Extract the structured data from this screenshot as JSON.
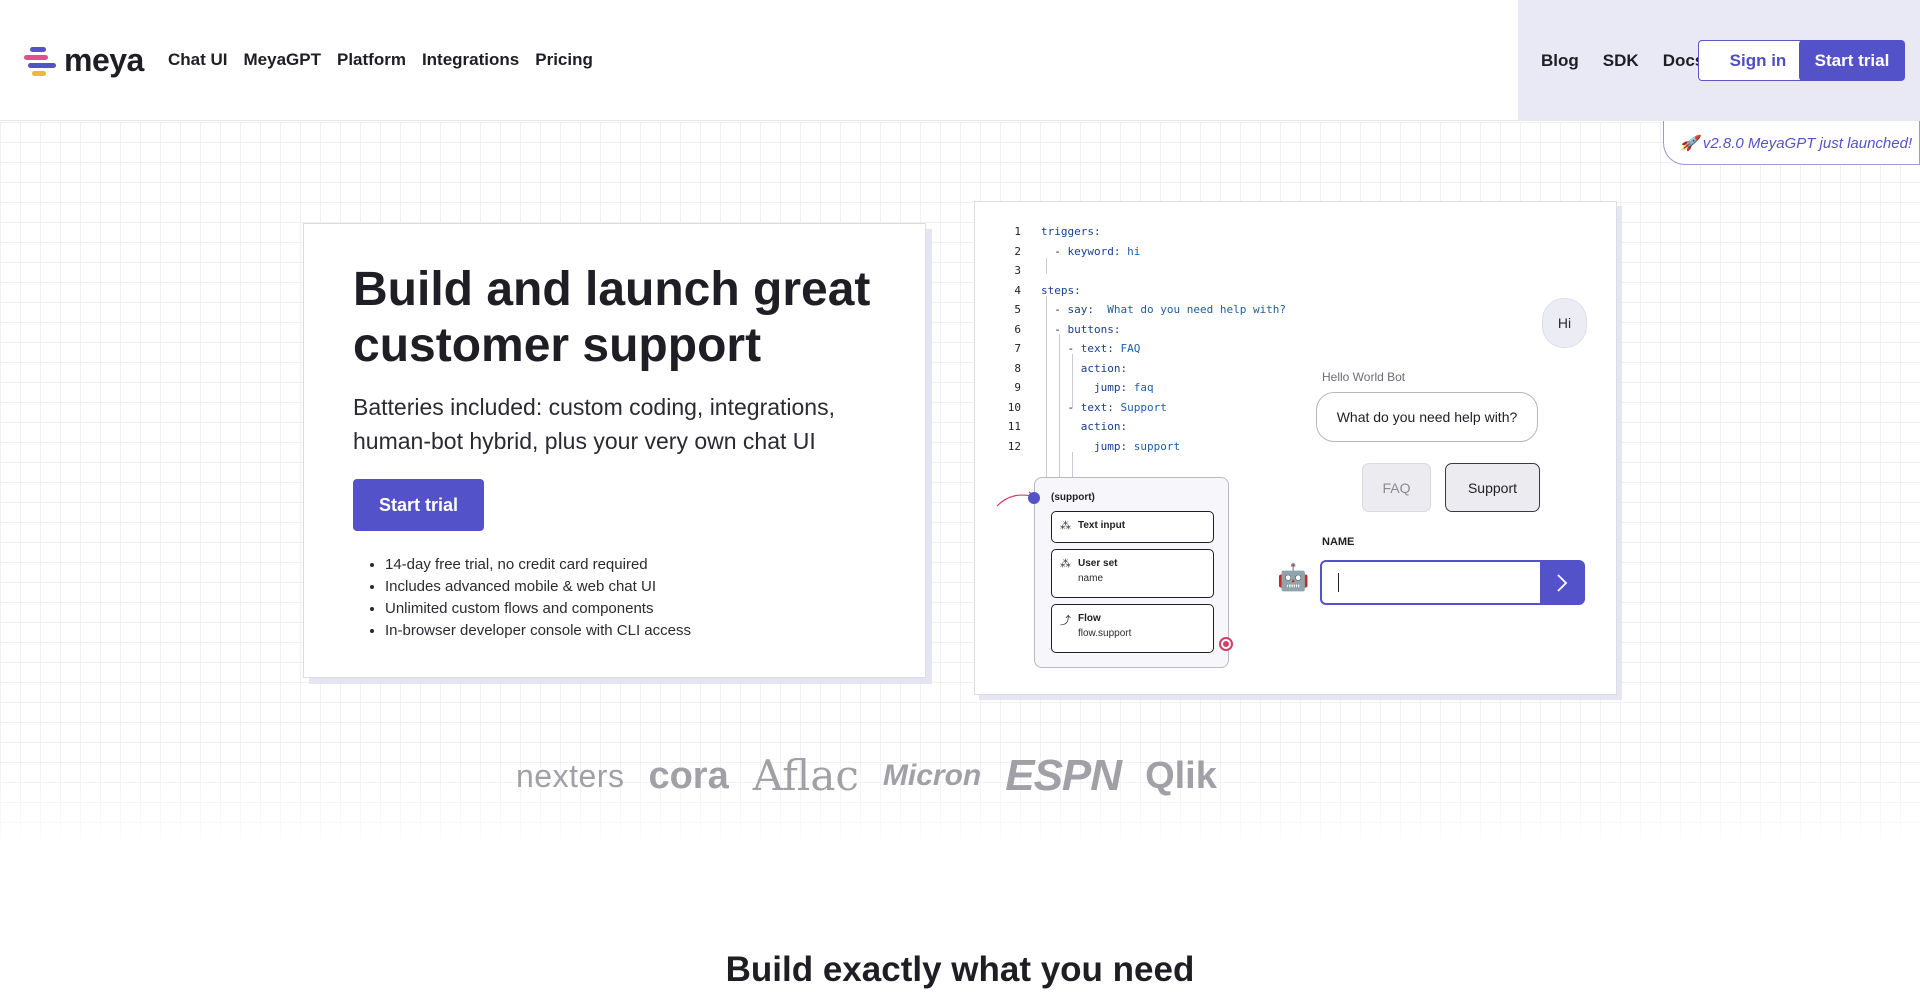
{
  "header": {
    "logo_text": "meya",
    "nav_left": [
      "Chat UI",
      "MeyaGPT",
      "Platform",
      "Integrations",
      "Pricing"
    ],
    "nav_right": [
      "Blog",
      "SDK",
      "Docs"
    ],
    "sign_in": "Sign in",
    "start_trial": "Start trial",
    "announcement": "🚀 v2.8.0 MeyaGPT just launched!"
  },
  "hero": {
    "title": "Build and launch great customer support",
    "subtitle": "Batteries included: custom coding, integrations, human-bot hybrid, plus your very own chat UI",
    "cta": "Start trial",
    "bullets": [
      "14-day free trial, no credit card required",
      "Includes advanced mobile & web chat UI",
      "Unlimited custom flows and components",
      "In-browser developer console with CLI access"
    ]
  },
  "demo": {
    "code_lines": [
      {
        "n": "1",
        "indent": "",
        "key": "triggers:",
        "val": ""
      },
      {
        "n": "2",
        "indent": "  - ",
        "key": "keyword:",
        "val": " hi"
      },
      {
        "n": "3",
        "indent": "",
        "key": "",
        "val": ""
      },
      {
        "n": "4",
        "indent": "",
        "key": "steps:",
        "val": ""
      },
      {
        "n": "5",
        "indent": "  - ",
        "key": "say:",
        "val": "  What do you need help with?"
      },
      {
        "n": "6",
        "indent": "  - ",
        "key": "buttons:",
        "val": ""
      },
      {
        "n": "7",
        "indent": "    - ",
        "key": "text:",
        "val": " FAQ"
      },
      {
        "n": "8",
        "indent": "      ",
        "key": "action:",
        "val": ""
      },
      {
        "n": "9",
        "indent": "        ",
        "key": "jump:",
        "val": " faq"
      },
      {
        "n": "10",
        "indent": "    - ",
        "key": "text:",
        "val": " Support"
      },
      {
        "n": "11",
        "indent": "      ",
        "key": "action:",
        "val": ""
      },
      {
        "n": "12",
        "indent": "        ",
        "key": "jump:",
        "val": " support"
      }
    ],
    "flow": {
      "title": "(support)",
      "nodes": [
        {
          "title": "Text input",
          "sub": ""
        },
        {
          "title": "User set",
          "sub": "name"
        },
        {
          "title": "Flow",
          "sub": "flow.support"
        }
      ]
    },
    "chat": {
      "user_msg": "Hi",
      "bot_name": "Hello World Bot",
      "bot_msg": "What do you need help with?",
      "quick_replies": [
        "FAQ",
        "Support"
      ],
      "field_label": "NAME",
      "input_value": ""
    }
  },
  "logos": [
    "nexters",
    "cora",
    "Aflac",
    "Micron",
    "ESPN",
    "Qlik"
  ],
  "section": {
    "title": "Build exactly what you need"
  }
}
